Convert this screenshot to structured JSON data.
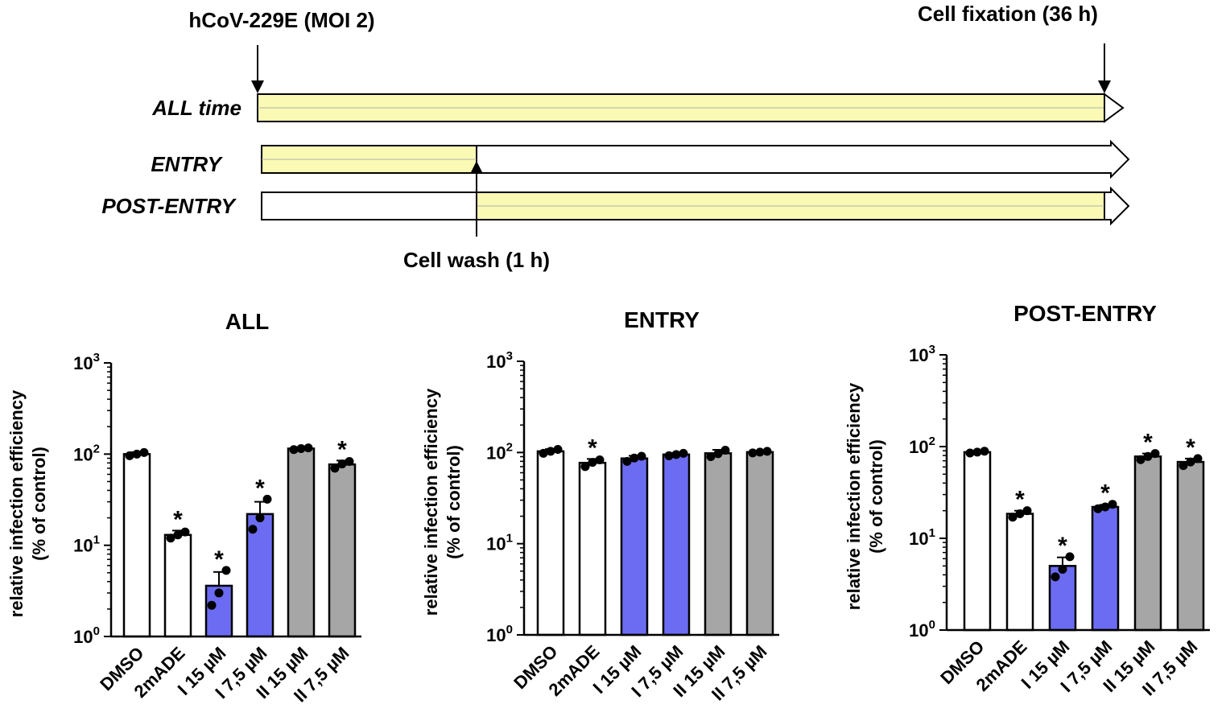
{
  "timeline": {
    "virus_label": "hCoV-229E (MOI 2)",
    "fixation_label": "Cell fixation (36 h)",
    "wash_label": "Cell wash (1 h)",
    "rows": [
      {
        "label": "ALL time",
        "treated": "all"
      },
      {
        "label": "ENTRY",
        "treated": "early"
      },
      {
        "label": "POST-ENTRY",
        "treated": "late"
      }
    ],
    "colors": {
      "treatment": "#fafab4",
      "outline": "#000000"
    }
  },
  "chart_data": [
    {
      "type": "bar",
      "title": "ALL",
      "ylabel": "relative infection efficiency",
      "ylabel2": "(% of control)",
      "yscale": "log",
      "ylim": [
        1,
        1000
      ],
      "yticks": [
        {
          "base": "10",
          "exp": "0"
        },
        {
          "base": "10",
          "exp": "1"
        },
        {
          "base": "10",
          "exp": "2"
        },
        {
          "base": "10",
          "exp": "3"
        }
      ],
      "categories": [
        "DMSO",
        "2mADE",
        "I 15 µM",
        "I 7,5 µM",
        "II 15 µM",
        "II 7,5 µM"
      ],
      "values": [
        100,
        13,
        3.6,
        22,
        115,
        77
      ],
      "errors": [
        5,
        1.5,
        1.5,
        8,
        4,
        8
      ],
      "points": [
        [
          96,
          100,
          104
        ],
        [
          12,
          13,
          14
        ],
        [
          2.2,
          3,
          5.3
        ],
        [
          15,
          20,
          32
        ],
        [
          112,
          115,
          117
        ],
        [
          70,
          78,
          83
        ]
      ],
      "significant": [
        false,
        true,
        true,
        true,
        false,
        true
      ],
      "colors": [
        "#ffffff",
        "#ffffff",
        "#6c6cf2",
        "#6c6cf2",
        "#a6a6a6",
        "#a6a6a6"
      ]
    },
    {
      "type": "bar",
      "title": "ENTRY",
      "ylabel": "relative infection efficiency",
      "ylabel2": "(% of control)",
      "yscale": "log",
      "ylim": [
        1,
        1000
      ],
      "yticks": [
        {
          "base": "10",
          "exp": "0"
        },
        {
          "base": "10",
          "exp": "1"
        },
        {
          "base": "10",
          "exp": "2"
        },
        {
          "base": "10",
          "exp": "3"
        }
      ],
      "categories": [
        "DMSO",
        "2mADE",
        "I 15 µM",
        "I 7,5 µM",
        "II 15 µM",
        "II 7,5 µM"
      ],
      "values": [
        103,
        77,
        86,
        95,
        98,
        101
      ],
      "errors": [
        6,
        8,
        6,
        4,
        9,
        3
      ],
      "points": [
        [
          98,
          103,
          108
        ],
        [
          70,
          78,
          83
        ],
        [
          80,
          87,
          91
        ],
        [
          92,
          95,
          98
        ],
        [
          90,
          97,
          106
        ],
        [
          99,
          101,
          103
        ]
      ],
      "significant": [
        false,
        true,
        false,
        false,
        false,
        false
      ],
      "colors": [
        "#ffffff",
        "#ffffff",
        "#6c6cf2",
        "#6c6cf2",
        "#a6a6a6",
        "#a6a6a6"
      ]
    },
    {
      "type": "bar",
      "title": "POST-ENTRY",
      "ylabel": "relative infection efficiency",
      "ylabel2": "(% of control)",
      "yscale": "log",
      "ylim": [
        1,
        1000
      ],
      "yticks": [
        {
          "base": "10",
          "exp": "0"
        },
        {
          "base": "10",
          "exp": "1"
        },
        {
          "base": "10",
          "exp": "2"
        },
        {
          "base": "10",
          "exp": "3"
        }
      ],
      "categories": [
        "DMSO",
        "2mADE",
        "I 15 µM",
        "I 7,5 µM",
        "II 15 µM",
        "II 7,5 µM"
      ],
      "values": [
        87,
        18.5,
        5,
        22,
        78,
        68
      ],
      "errors": [
        2,
        1.5,
        1.2,
        1.2,
        6,
        6
      ],
      "points": [
        [
          85,
          87,
          89
        ],
        [
          17,
          18.5,
          20
        ],
        [
          3.8,
          4.6,
          6.3
        ],
        [
          21,
          22,
          23.5
        ],
        [
          72,
          78,
          84
        ],
        [
          62,
          68,
          74
        ]
      ],
      "significant": [
        false,
        true,
        true,
        true,
        true,
        true
      ],
      "colors": [
        "#ffffff",
        "#ffffff",
        "#6c6cf2",
        "#6c6cf2",
        "#a6a6a6",
        "#a6a6a6"
      ]
    }
  ]
}
